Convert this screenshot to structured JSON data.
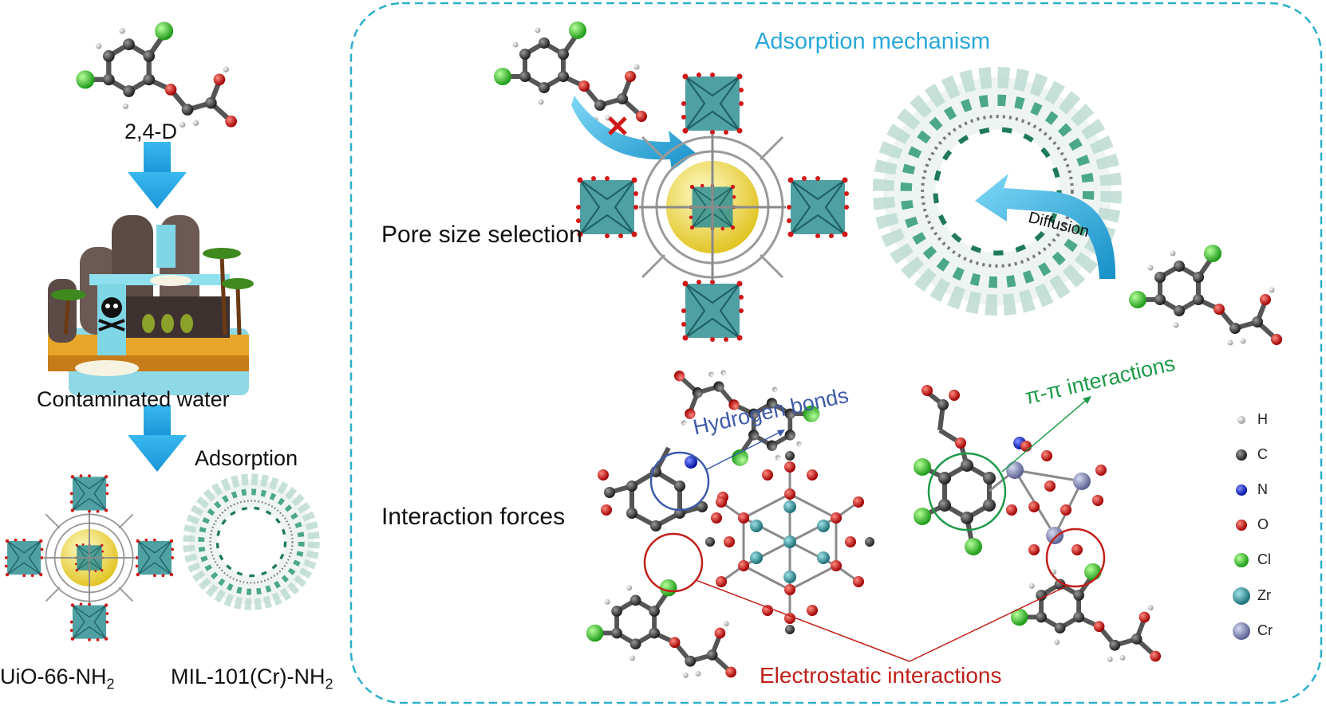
{
  "left_panel": {
    "molecule_label": "2,4-D",
    "water_label": "Contaminated water",
    "step_label": "Adsorption",
    "mof1_label_main": "UiO-66-NH",
    "mof1_label_sub": "2",
    "mof2_label_main": "MIL-101(Cr)-NH",
    "mof2_label_sub": "2"
  },
  "right_panel": {
    "title": "Adsorption mechanism",
    "pore_label": "Pore size selection",
    "diffusion_label": "Diffusion",
    "forces_label": "Interaction forces",
    "hbond_label": "Hydrogen bonds",
    "pipi_label": "π-π interactions",
    "electro_label": "Electrostatic interactions"
  },
  "legend": {
    "items": [
      {
        "symbol": "H",
        "color": "#e8e8e8"
      },
      {
        "symbol": "C",
        "color": "#3a3a3a"
      },
      {
        "symbol": "N",
        "color": "#1020c0"
      },
      {
        "symbol": "O",
        "color": "#d01818"
      },
      {
        "symbol": "Cl",
        "color": "#40c030"
      },
      {
        "symbol": "Zr",
        "color": "#2a8f9a"
      },
      {
        "symbol": "Cr",
        "color": "#7d84b0"
      }
    ]
  },
  "colors": {
    "arrow_blue": "#29a8e0",
    "panel_border": "#2bb0c8",
    "title_blue": "#29a8d8",
    "hbond_blue": "#3d5aa8",
    "pipi_green": "#1f9a4a",
    "electro_red": "#c0201a",
    "mof_teal": "#2f8f92",
    "pore_yellow": "#f2e64a"
  }
}
